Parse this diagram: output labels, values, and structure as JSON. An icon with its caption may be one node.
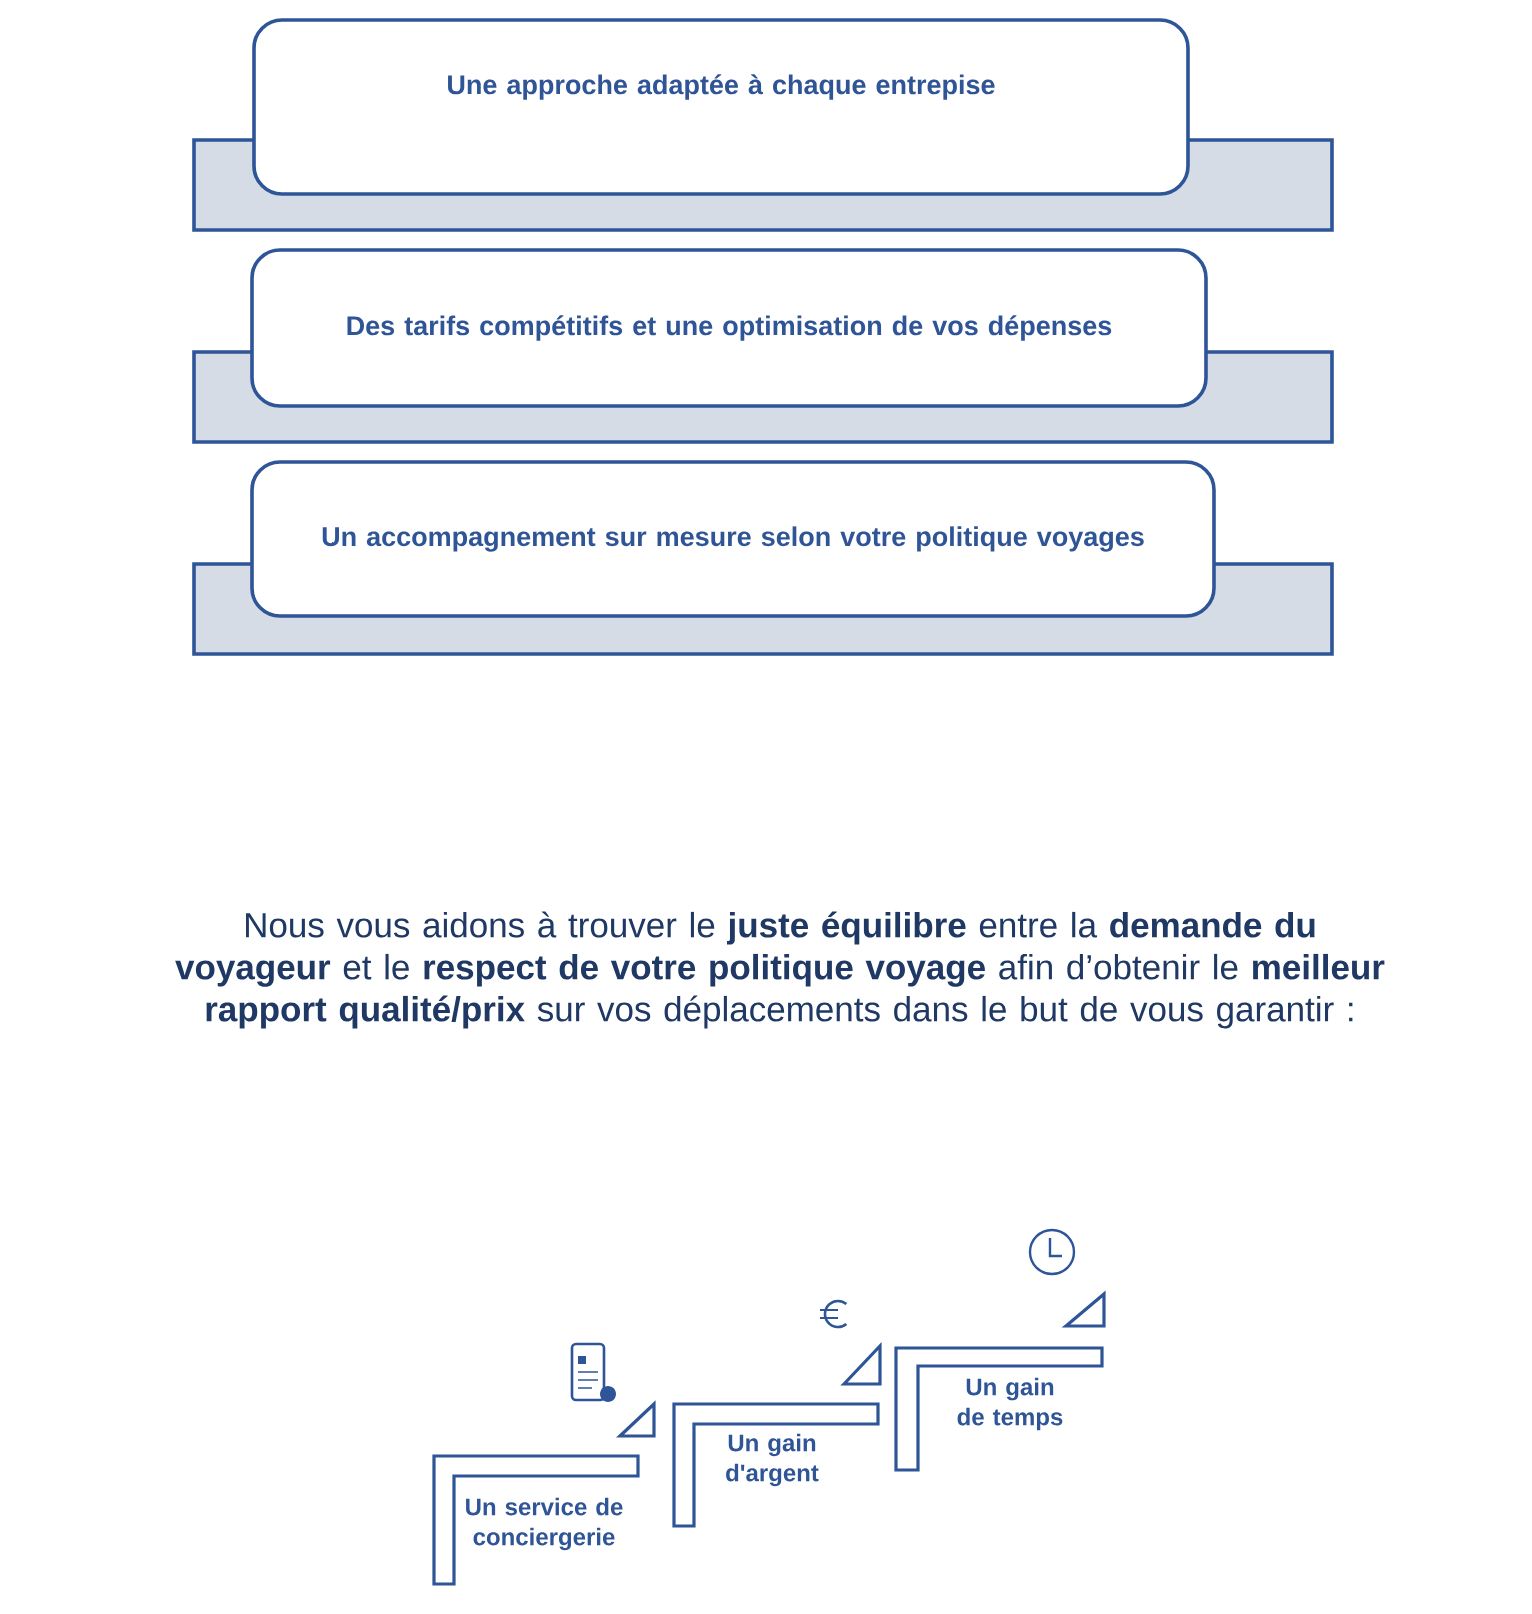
{
  "diagram": {
    "nodes": [
      {
        "text": [
          "Une approche adaptée à chaque entrepise"
        ]
      },
      {
        "text": [
          "Des tarifs compétitifs et une optimisation de vos dépenses"
        ]
      },
      {
        "text": [
          "Un accompagnement sur mesure selon votre politique voyages"
        ]
      },
      {
        "text": [
          "Un service de conciergerie"
        ]
      },
      {
        "text": [
          "Un gain d'argent"
        ]
      },
      {
        "text": [
          "Un gain de temps"
        ]
      },
      {
        "text": [],
        "shape": "bar"
      },
      {
        "text": [],
        "shape": "bar"
      },
      {
        "text": [],
        "shape": "bar"
      }
    ],
    "labels": [
      "Nous vous aidons à trouver le **juste équilibre** entre la **demande du** **voyageur** et le **respect de votre politique voyage** afin d’obtenir le **meilleur rapport qualité/prix** sur vos déplacements dans le but de vous garantir :"
    ]
  }
}
